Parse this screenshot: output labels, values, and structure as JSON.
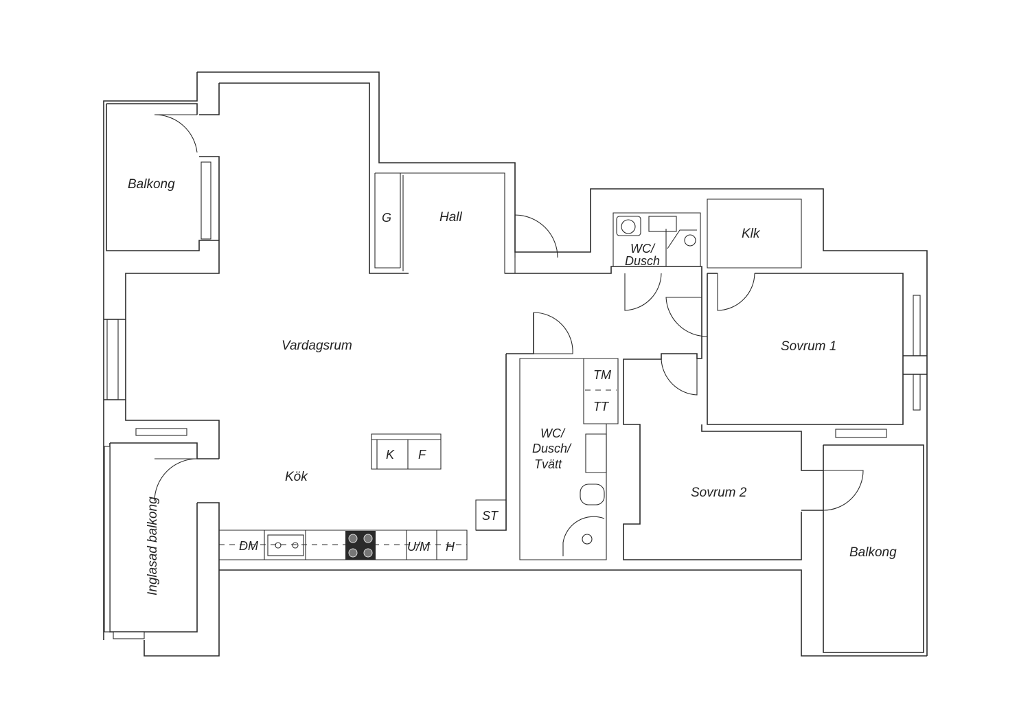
{
  "rooms": {
    "balkong_1": "Balkong",
    "hall": "Hall",
    "garderob": "G",
    "vardagsrum": "Vardagsrum",
    "kok": "Kök",
    "inglasad_balkong": "Inglasad balkong",
    "wc_dusch_1_line1": "WC/",
    "wc_dusch_1_line2": "Dusch",
    "klk": "Klk",
    "sovrum_1": "Sovrum 1",
    "sovrum_2": "Sovrum 2",
    "balkong_2": "Balkong",
    "wc_dusch_tvatt_line1": "WC/",
    "wc_dusch_tvatt_line2": "Dusch/",
    "wc_dusch_tvatt_line3": "Tvätt"
  },
  "fixtures": {
    "kyl": "K",
    "frys": "F",
    "storage": "ST",
    "diskmaskin": "DM",
    "ugn_micro": "U/M",
    "hog": "H",
    "tvattmaskin": "TM",
    "torktumlare": "TT"
  }
}
